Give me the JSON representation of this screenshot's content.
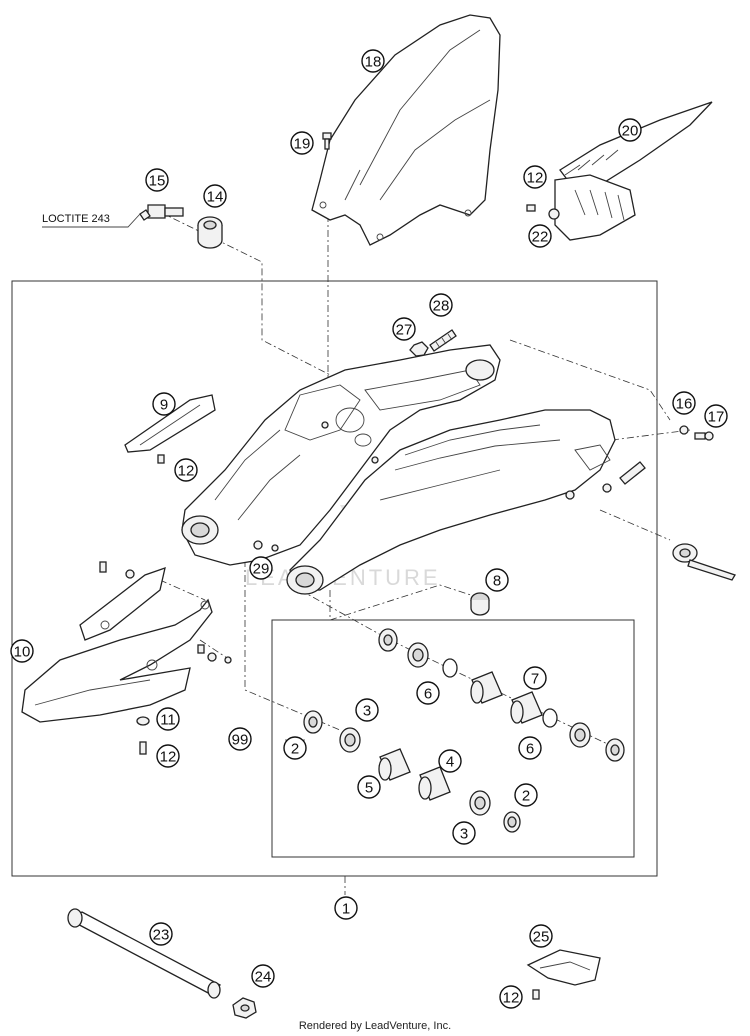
{
  "diagram": {
    "callouts": [
      "18",
      "19",
      "20",
      "12",
      "22",
      "15",
      "14",
      "28",
      "27",
      "9",
      "16",
      "17",
      "12",
      "29",
      "8",
      "10",
      "11",
      "12",
      "99",
      "2",
      "3",
      "4",
      "5",
      "6",
      "7",
      "6",
      "2",
      "3",
      "1",
      "23",
      "24",
      "25",
      "12"
    ],
    "note": "LOCTITE 243",
    "watermark": "LEADVENTURE",
    "footer": "Rendered by LeadVenture, Inc."
  }
}
